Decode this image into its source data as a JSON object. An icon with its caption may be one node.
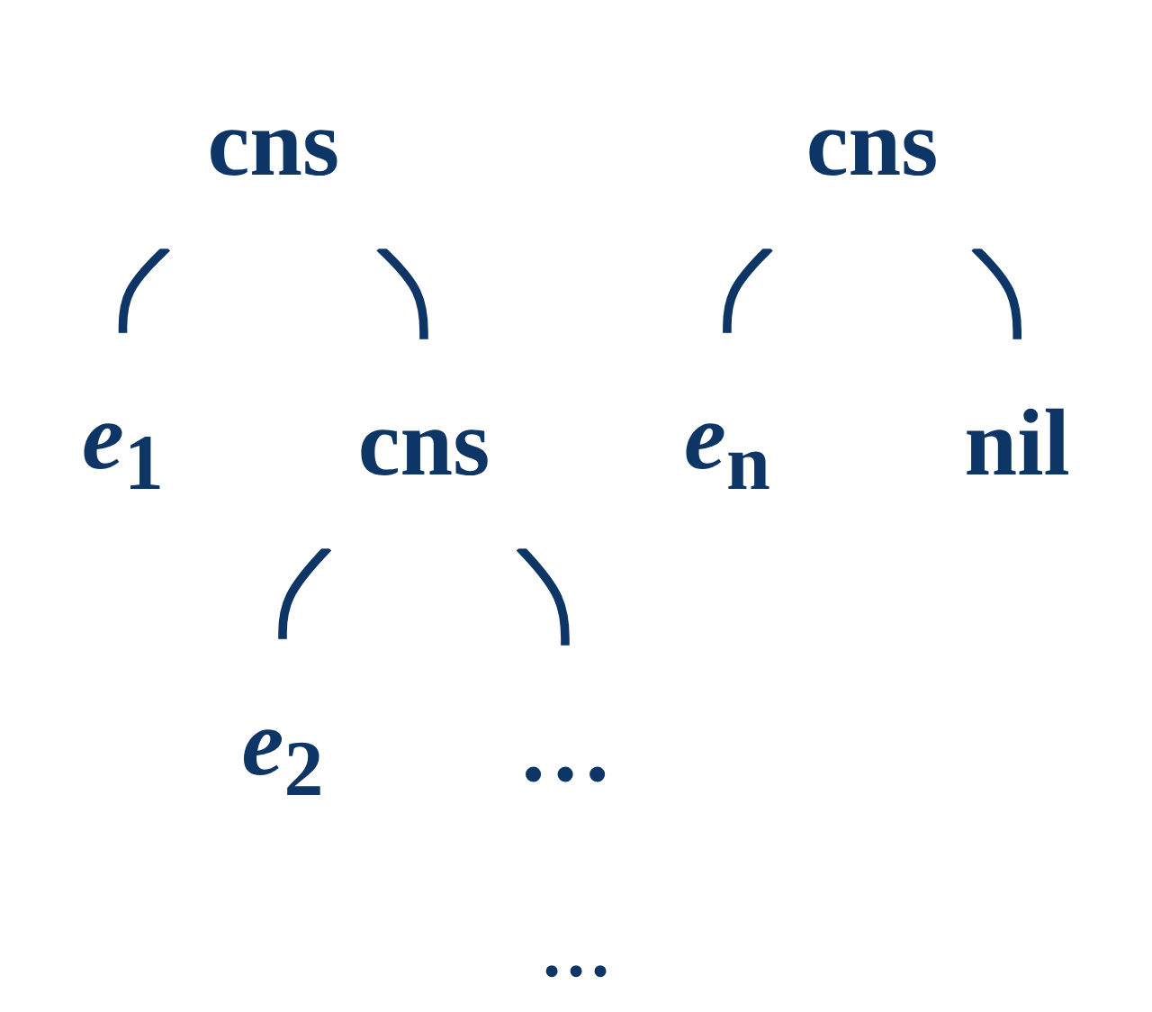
{
  "diagram": {
    "nodes": [
      {
        "text": [
          "cns"
        ]
      },
      {
        "text": [
          "e$_{1}$"
        ]
      },
      {
        "text": [
          "cns"
        ]
      },
      {
        "text": [
          "e$_{2}$"
        ]
      },
      {
        "text": [
          "…"
        ]
      },
      {
        "text": [
          "cns"
        ]
      },
      {
        "text": [
          "e$_{n}$"
        ]
      },
      {
        "text": [
          "nil"
        ]
      }
    ],
    "edges": [
      {
        "from": 0,
        "to": 1,
        "arrow": "none"
      },
      {
        "from": 0,
        "to": 2,
        "arrow": "none"
      },
      {
        "from": 2,
        "to": 3,
        "arrow": "none"
      },
      {
        "from": 2,
        "to": 4,
        "arrow": "none"
      },
      {
        "from": 5,
        "to": 6,
        "arrow": "none"
      },
      {
        "from": 5,
        "to": 7,
        "arrow": "none"
      }
    ],
    "labels": [
      "…"
    ]
  }
}
